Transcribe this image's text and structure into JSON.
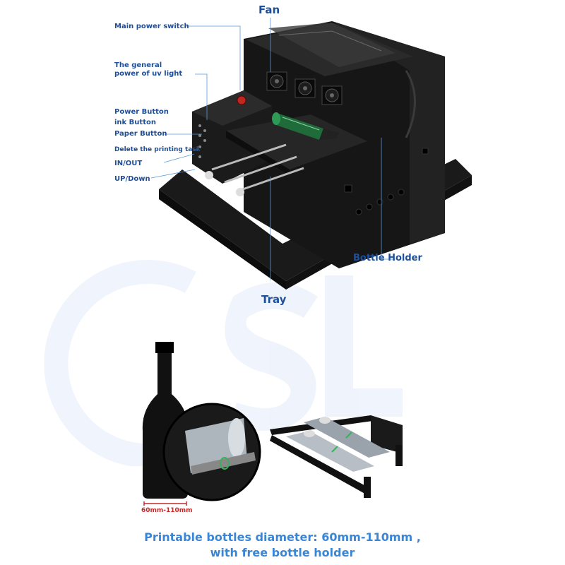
{
  "labels": {
    "fan": "Fan",
    "main_power_switch": "Main power switch",
    "uv_light_power_line1": "The general",
    "uv_light_power_line2": "power of uv light",
    "power_button": "Power Button",
    "ink_button": "ink Button",
    "paper_button": "Paper Button",
    "delete_task": "Delete the printing task",
    "in_out": "IN/OUT",
    "up_down": "UP/Down",
    "bottle_holder": "Bottle Holder",
    "tray": "Tray"
  },
  "diameter_label": "60mm-110mm",
  "caption": {
    "line1": "Printable bottles diameter: 60mm-110mm ,",
    "line2": "with free bottle holder"
  },
  "colors": {
    "label_blue": "#1e4f9a",
    "caption_blue": "#3a86d6",
    "dimension_red": "#c42a2a",
    "printer_black": "#141414"
  },
  "icons": [
    "fan-icon",
    "emergency-stop-icon",
    "wine-bottle-icon",
    "bottle-holder-icon"
  ]
}
